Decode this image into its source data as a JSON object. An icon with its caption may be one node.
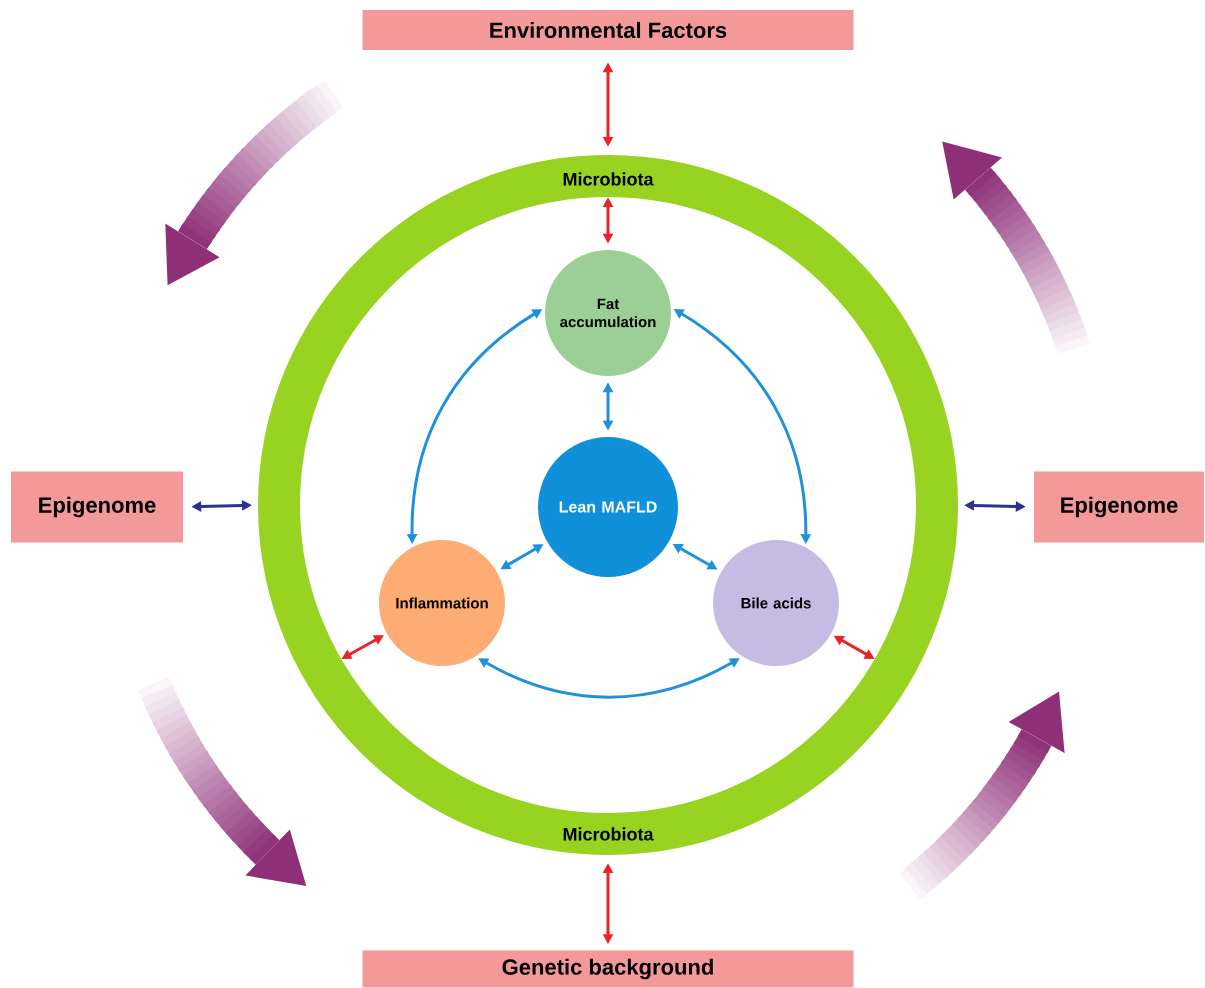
{
  "diagram": {
    "nodes": [
      {
        "text": [
          "Environmental Factors"
        ]
      },
      {
        "text": [
          "Microbiota",
          "Microbiota"
        ]
      },
      {
        "text": [
          "Fat accumulation"
        ],
        "in": 1
      },
      {
        "text": [
          "Lean MAFLD"
        ],
        "in": 1
      },
      {
        "text": [
          "Inflammation"
        ],
        "in": 1
      },
      {
        "text": [
          "Bile acids"
        ],
        "in": 1
      },
      {
        "text": [
          "Epigenome"
        ]
      },
      {
        "text": [
          "Epigenome"
        ]
      },
      {
        "text": [
          "Genetic background"
        ]
      }
    ],
    "edges": [
      {
        "from": 0,
        "to": 1,
        "arrow": "both",
        "color": "#e8232a"
      },
      {
        "from": 1,
        "to": 2,
        "arrow": "both",
        "color": "#e8232a"
      },
      {
        "from": 2,
        "to": 3,
        "arrow": "both"
      },
      {
        "from": 3,
        "to": 4,
        "arrow": "both"
      },
      {
        "from": 3,
        "to": 5,
        "arrow": "both"
      },
      {
        "from": 2,
        "to": 4,
        "arrow": "both"
      },
      {
        "from": 2,
        "to": 5,
        "arrow": "both"
      },
      {
        "from": 4,
        "to": 5,
        "arrow": "both"
      },
      {
        "from": 4,
        "to": 1,
        "arrow": "both",
        "color": "#e8232a"
      },
      {
        "from": 5,
        "to": 1,
        "arrow": "both",
        "color": "#e8232a"
      },
      {
        "from": 6,
        "to": 1,
        "arrow": "both",
        "color": "#2e3192"
      },
      {
        "from": 7,
        "to": 1,
        "arrow": "both",
        "color": "#2e3192"
      },
      {
        "from": 1,
        "to": 8,
        "arrow": "both",
        "color": "#e8232a"
      }
    ]
  }
}
